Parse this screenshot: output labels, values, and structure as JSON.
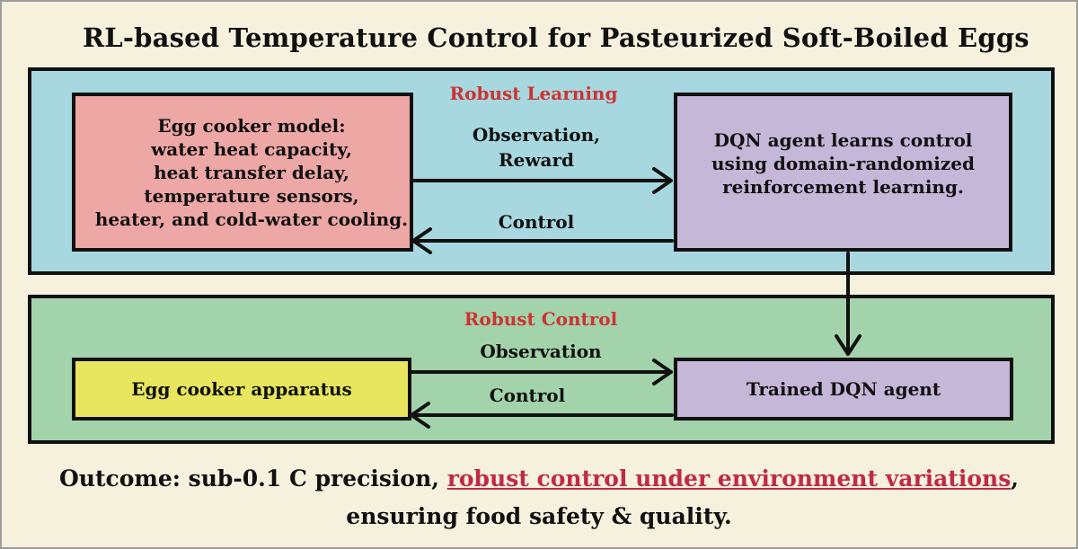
{
  "title": "RL-based Temperature Control for Pasteurized Soft-Boiled Eggs",
  "robust_learning": {
    "label": "Robust Learning",
    "model_box": {
      "lines": [
        "Egg cooker model:",
        "water heat capacity,",
        "heat transfer delay,",
        "temperature sensors,",
        "heater, and cold-water cooling."
      ]
    },
    "agent_box": {
      "lines": [
        "DQN agent learns control",
        "using domain-randomized",
        "reinforcement learning."
      ]
    },
    "forward_label": [
      "Observation,",
      "Reward"
    ],
    "backward_label": "Control"
  },
  "robust_control": {
    "label": "Robust Control",
    "apparatus_box": "Egg cooker apparatus",
    "trained_box": "Trained DQN agent",
    "forward_label": "Observation",
    "backward_label": "Control"
  },
  "outcome": {
    "prefix": "Outcome: sub-0.1 C precision, ",
    "highlight": "robust control under environment variations",
    "suffix": ",",
    "line2": "ensuring food safety & quality."
  },
  "colors": {
    "background": "#f5f1dd",
    "learning_panel": "#a8d8df",
    "control_panel": "#a3d3aa",
    "model_box": "#eda7a4",
    "agent_box": "#c5b7d8",
    "apparatus_box": "#e7e65e",
    "panel_label": "#cc3333",
    "highlight": "#c02a4a"
  }
}
